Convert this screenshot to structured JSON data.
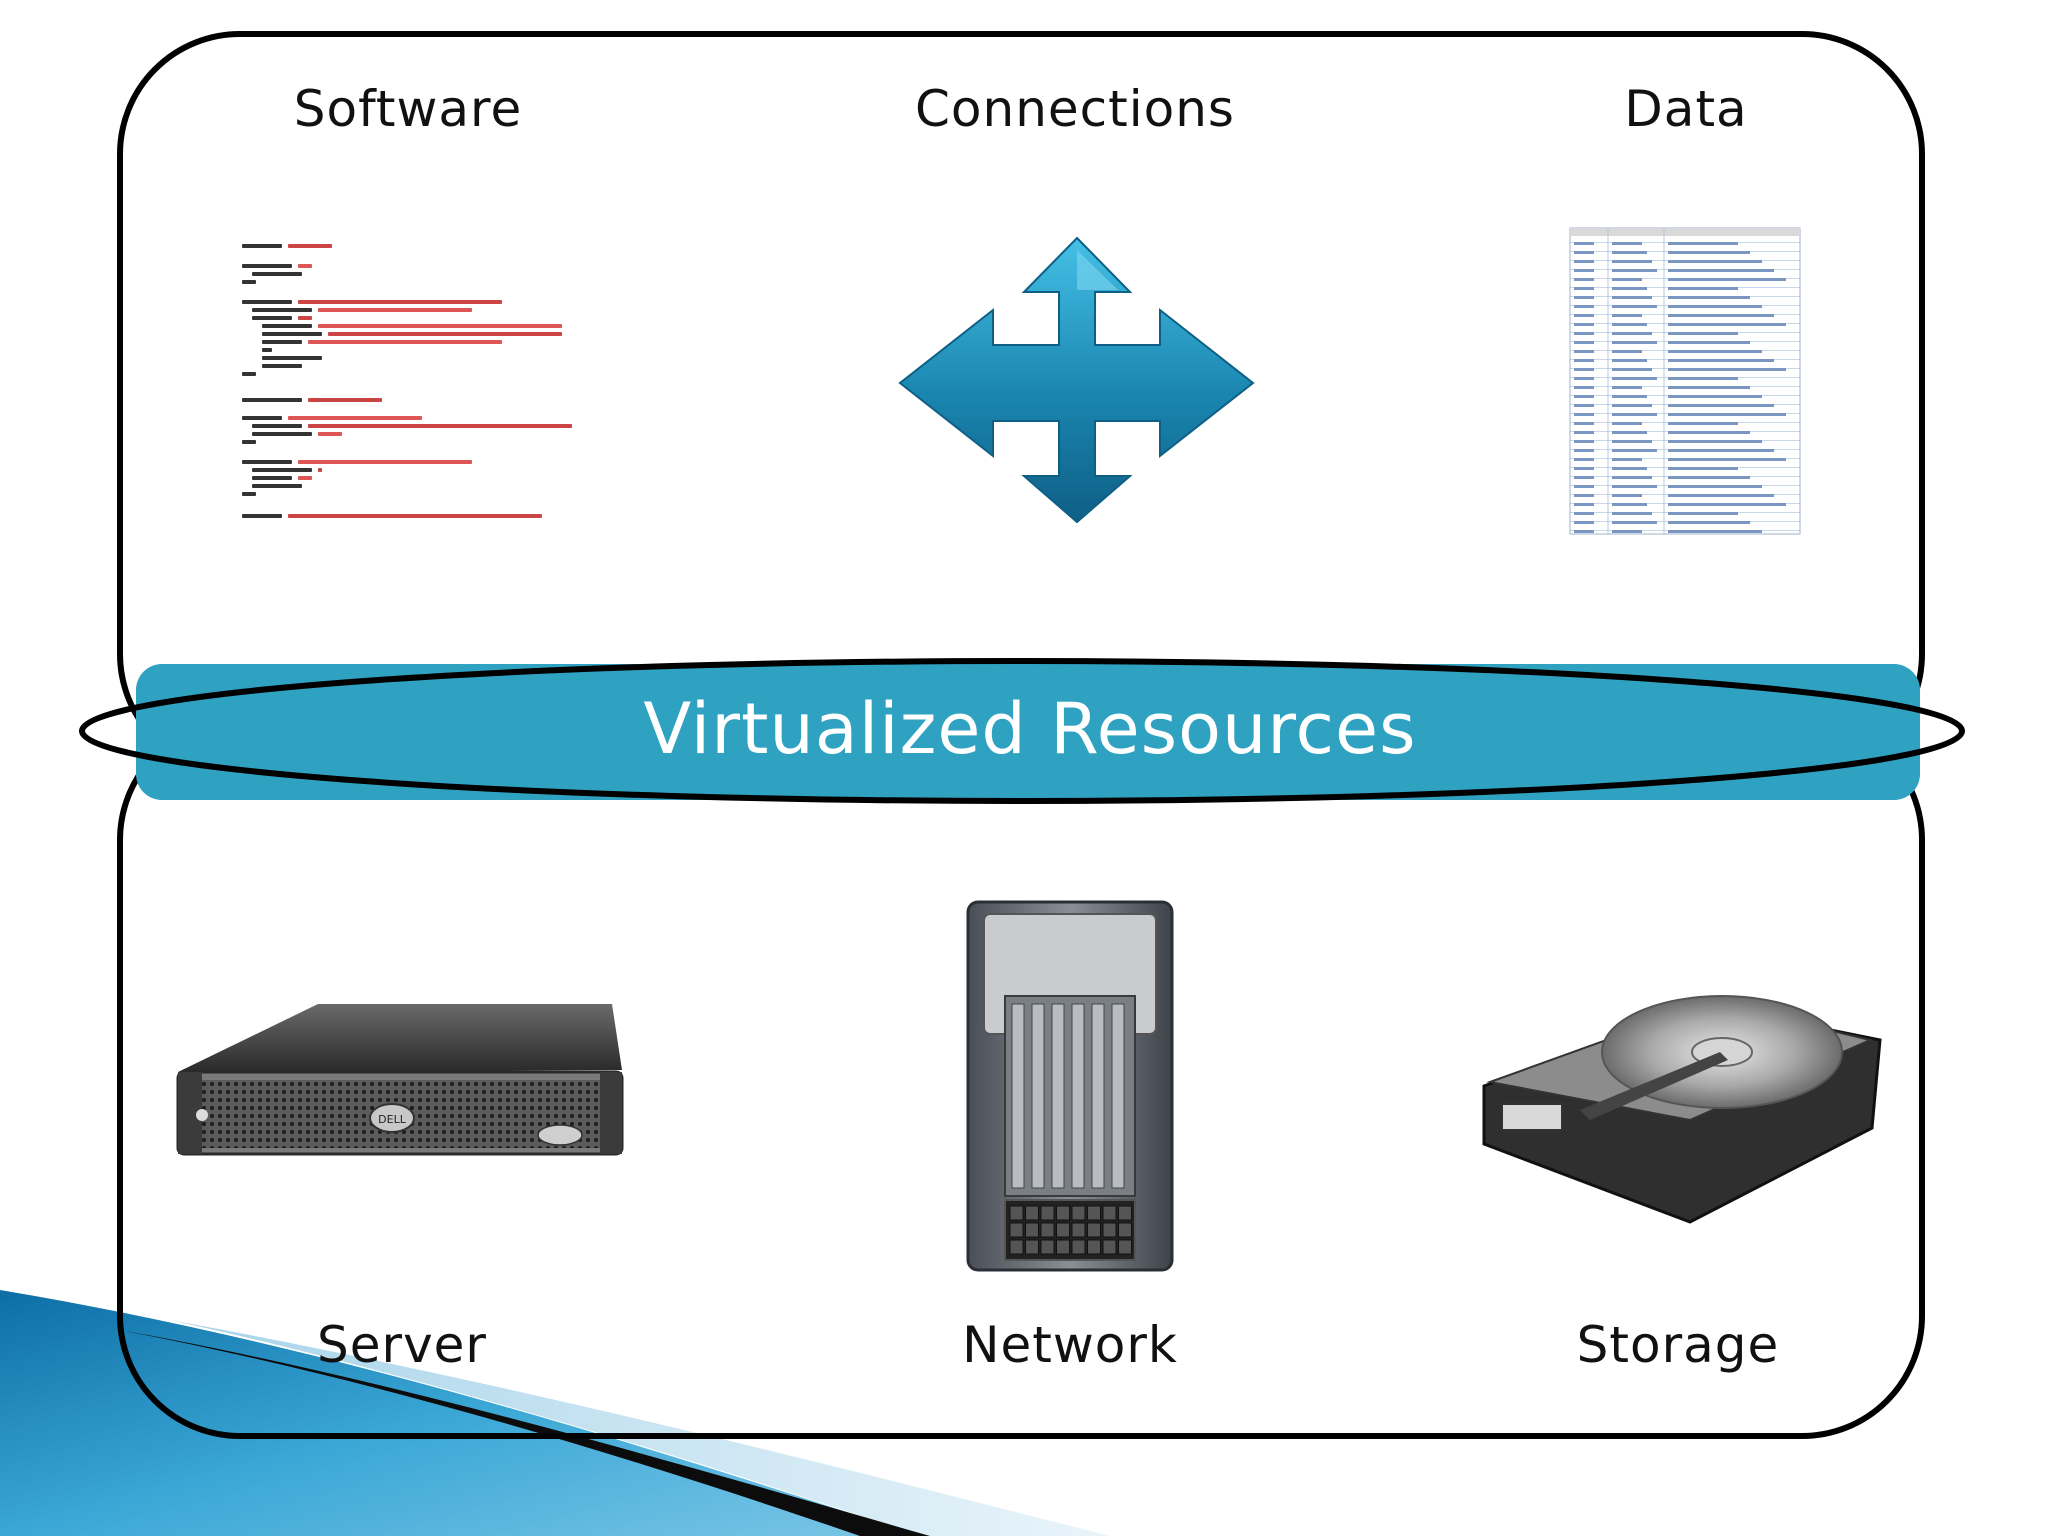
{
  "top_labels": {
    "software": "Software",
    "connections": "Connections",
    "data": "Data"
  },
  "banner": {
    "title": "Virtualized Resources"
  },
  "bottom_labels": {
    "server": "Server",
    "network": "Network",
    "storage": "Storage"
  },
  "server_brand": "DELL",
  "colors": {
    "banner_fill": "#2fa2c2",
    "outline": "#000000",
    "arrow": "#1d8db3",
    "background_swoosh": "#1a82b4"
  },
  "icons": {
    "connections": "four-way-arrow-icon",
    "software": "code-snippet-image",
    "data": "spreadsheet-image",
    "server": "rack-server-image",
    "network": "network-switch-chassis-image",
    "storage": "hard-disk-drive-image"
  }
}
